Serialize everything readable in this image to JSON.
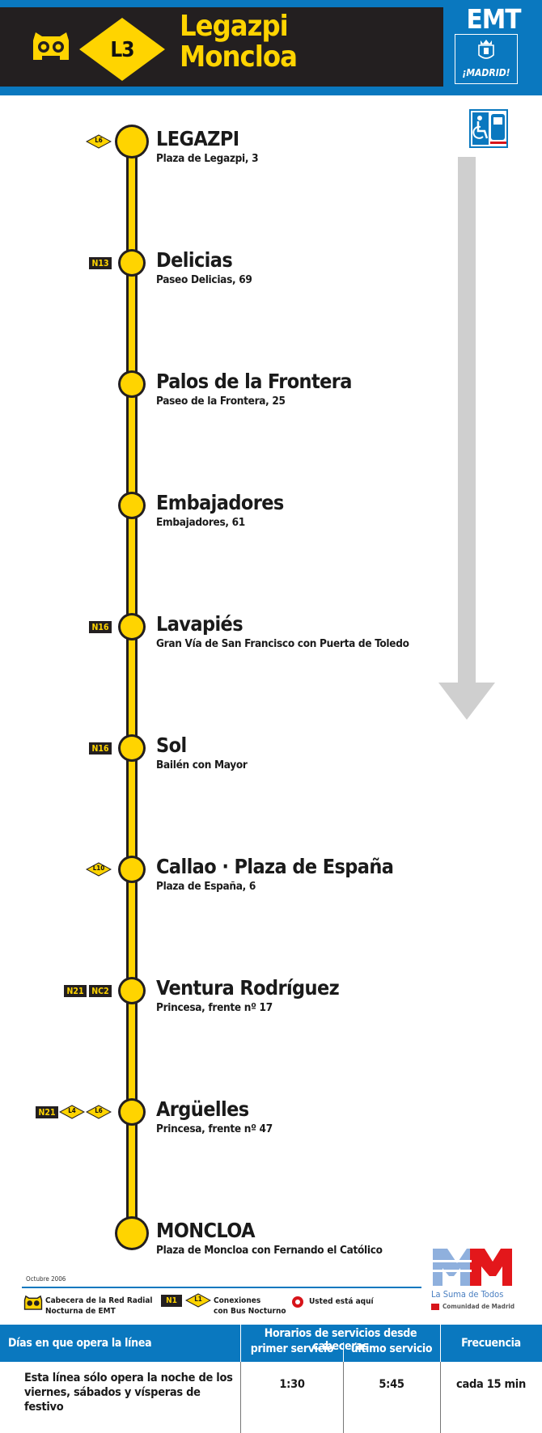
{
  "header": {
    "line_code": "L3",
    "title_line1": "Legazpi",
    "title_line2": "Moncloa",
    "operator": "EMT",
    "city_label": "¡MADRID!"
  },
  "stops": [
    {
      "name": "LEGAZPI",
      "address": "Plaza de Legazpi, 3",
      "connections": [
        {
          "type": "diamond",
          "label": "L6"
        }
      ]
    },
    {
      "name": "Delicias",
      "address": "Paseo Delicias, 69",
      "connections": [
        {
          "type": "box",
          "label": "N13"
        }
      ]
    },
    {
      "name": "Palos de la Frontera",
      "address": "Paseo de la Frontera, 25",
      "connections": []
    },
    {
      "name": "Embajadores",
      "address": "Embajadores, 61",
      "connections": []
    },
    {
      "name": "Lavapiés",
      "address": "Gran Vía de San Francisco con Puerta de Toledo",
      "connections": [
        {
          "type": "box",
          "label": "N16"
        }
      ]
    },
    {
      "name": "Sol",
      "address": "Bailén con Mayor",
      "connections": [
        {
          "type": "box",
          "label": "N16"
        }
      ]
    },
    {
      "name": "Callao · Plaza de España",
      "address": "Plaza de España, 6",
      "connections": [
        {
          "type": "diamond",
          "label": "L10"
        }
      ]
    },
    {
      "name": "Ventura Rodríguez",
      "address": "Princesa, frente nº 17",
      "connections": [
        {
          "type": "box",
          "label": "N21"
        },
        {
          "type": "box",
          "label": "NC2"
        }
      ]
    },
    {
      "name": "Argüelles",
      "address": "Princesa, frente nº 47",
      "connections": [
        {
          "type": "box",
          "label": "N21"
        },
        {
          "type": "diamond",
          "label": "L4"
        },
        {
          "type": "diamond",
          "label": "L6"
        }
      ]
    },
    {
      "name": "MONCLOA",
      "address": "Plaza de Moncloa con Fernando el Católico",
      "connections": []
    }
  ],
  "footer": {
    "date": "Octubre 2006",
    "legend_owl": "Cabecera de la Red Radial\nNocturna de EMT",
    "legend_n_sample": "N1",
    "legend_l_sample": "L1",
    "legend_connections": "Conexiones\ncon Bus Nocturno",
    "legend_here": "Usted está aquí",
    "logo_tagline": "La Suma de Todos",
    "logo_region": "Comunidad de Madrid"
  },
  "schedule": {
    "col_days_header": "Días en que opera la línea",
    "col_group_header": "Horarios de servicios desde cabeceras",
    "col_first_header": "primer servicio",
    "col_last_header": "último servicio",
    "col_freq_header": "Frecuencia",
    "days": "Esta línea sólo opera la noche de los viernes, sábados y vísperas de festivo",
    "first": "1:30",
    "last": "5:45",
    "frequency": "cada 15 min"
  },
  "colors": {
    "line_yellow": "#ffd400",
    "header_dark": "#231f20",
    "emt_blue": "#0a78bf",
    "arrow_grey": "#cfcfcf"
  },
  "icons": [
    "owl-icon",
    "wheelchair-bus-icon",
    "direction-arrow-icon",
    "madrid-crest-icon",
    "you-are-here-icon"
  ]
}
